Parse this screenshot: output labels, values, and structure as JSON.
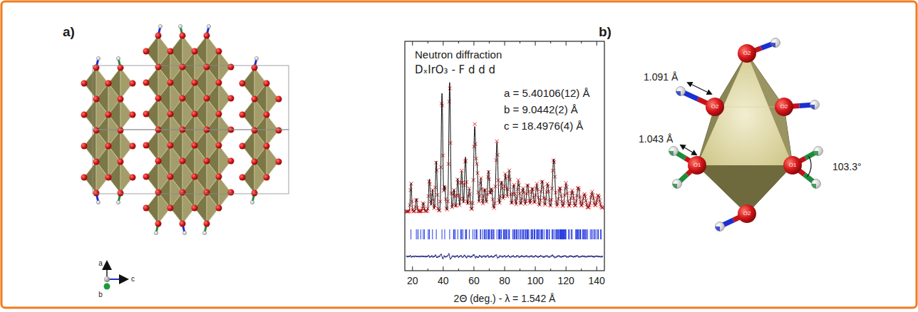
{
  "diagram": {
    "labels": [
      "a)",
      "a",
      "c",
      "b",
      "Neutron diffraction",
      "DₓIrO₃ - F d d d",
      "a = 5.40106(12) Å",
      "b = 9.0442(2) Å",
      "c = 18.4976(4) Å",
      "20",
      "40",
      "60",
      "80",
      "100",
      "120",
      "140",
      "2Θ (deg.) - λ = 1.542 Å",
      "b)",
      "1.091 Å",
      "1.043 Å",
      "103.3°",
      "O2",
      "O2",
      "O2",
      "O1",
      "O1",
      "O2"
    ]
  }
}
